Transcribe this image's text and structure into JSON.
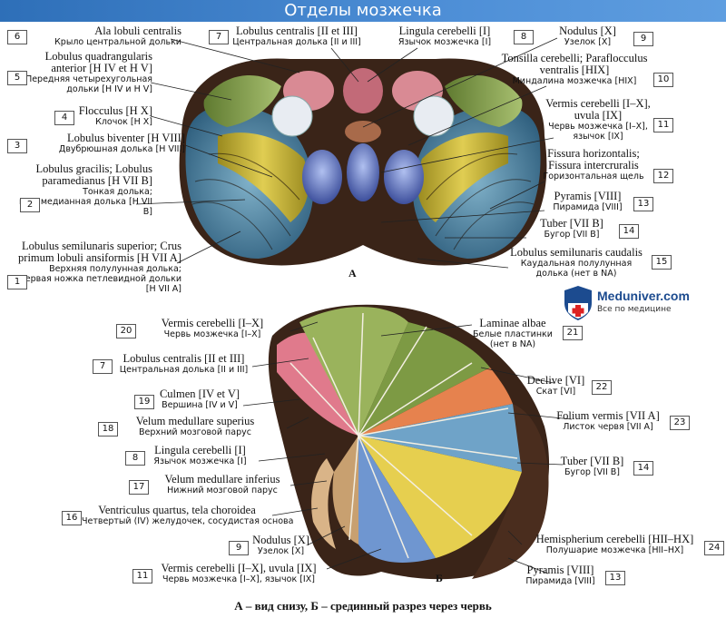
{
  "title": "Отделы мозжечка",
  "figure_a_letter": "А",
  "figure_b_letter": "Б",
  "caption": "А – вид снизу, Б – срединный разрез через червь",
  "brand": {
    "name": "Meduniver.com",
    "tagline": "Все по медицине"
  },
  "labels": [
    {
      "n": "6",
      "lat": "Ala lobuli centralis",
      "ru": "Крыло центральной дольки"
    },
    {
      "n": "5",
      "lat": "Lobulus quadrangularis anterior [H IV et H V]",
      "ru": "Передняя четырехугольная дольки [H IV и H V]"
    },
    {
      "n": "4",
      "lat": "Flocculus [H X]",
      "ru": "Клочок [H X]"
    },
    {
      "n": "3",
      "lat": "Lobulus biventer [H VIII]",
      "ru": "Двубрюшная долька [H VIII]"
    },
    {
      "n": "2",
      "lat": "Lobulus gracilis; Lobulus paramedianus [H VII B]",
      "ru": "Тонкая долька; парамедианная долька [H VII B]"
    },
    {
      "n": "1",
      "lat": "Lobulus semilunaris superior; Crus primum lobuli ansiformis [H VII A]",
      "ru": "Верхняя полулунная долька; первая ножка петлевидной дольки [H VII A]"
    },
    {
      "n": "7",
      "lat": "Lobulus centralis [II et III]",
      "ru": "Центральная долька [II и III]"
    },
    {
      "n": "8",
      "lat": "Lingula cerebelli [I]",
      "ru": "Язычок мозжечка [I]"
    },
    {
      "n": "9",
      "lat": "Nodulus [X]",
      "ru": "Узелок [X]"
    },
    {
      "n": "10",
      "lat": "Tonsilla cerebelli; Paraflocculus ventralis [HIX]",
      "ru": "Миндалина мозжечка [HIX]"
    },
    {
      "n": "11",
      "lat": "Vermis cerebelli [I–X], uvula [IX]",
      "ru": "Червь мозжечка [I–X], язычок [IX]"
    },
    {
      "n": "12",
      "lat": "Fissura horizontalis; Fissura intercruralis",
      "ru": "Горизонтальная щель"
    },
    {
      "n": "13",
      "lat": "Pyramis [VIII]",
      "ru": "Пирамида [VIII]"
    },
    {
      "n": "14",
      "lat": "Tuber [VII B]",
      "ru": "Бугор [VII B]"
    },
    {
      "n": "15",
      "lat": "Lobulus semilunaris caudalis",
      "ru": "Каудальная полулунная долька (нет в NA)"
    },
    {
      "n": "20",
      "lat": "Vermis cerebelli [I–X]",
      "ru": "Червь мозжечка [I–X]"
    },
    {
      "n": "7",
      "lat": "Lobulus centralis [II et III]",
      "ru": "Центральная долька [II и III]"
    },
    {
      "n": "19",
      "lat": "Culmen [IV et V]",
      "ru": "Вершина [IV и V]"
    },
    {
      "n": "18",
      "lat": "Velum medullare superius",
      "ru": "Верхний мозговой парус"
    },
    {
      "n": "8",
      "lat": "Lingula cerebelli [I]",
      "ru": "Язычок мозжечка [I]"
    },
    {
      "n": "17",
      "lat": "Velum medullare inferius",
      "ru": "Нижний мозговой парус"
    },
    {
      "n": "16",
      "lat": "Ventriculus quartus, tela choroidea",
      "ru": "Четвертый (IV) желудочек, сосудистая основа"
    },
    {
      "n": "9",
      "lat": "Nodulus [X]",
      "ru": "Узелок [X]"
    },
    {
      "n": "11",
      "lat": "Vermis cerebelli [I–X], uvula [IX]",
      "ru": "Червь мозжечка [I–X], язычок [IX]"
    },
    {
      "n": "21",
      "lat": "Laminae albae",
      "ru": "Белые пластинки (нет в NA)"
    },
    {
      "n": "22",
      "lat": "Declive [VI]",
      "ru": "Скат [VI]"
    },
    {
      "n": "23",
      "lat": "Folium vermis [VII A]",
      "ru": "Листок червя [VII A]"
    },
    {
      "n": "14",
      "lat": "Tuber [VII B]",
      "ru": "Бугор [VII B]"
    },
    {
      "n": "24",
      "lat": "Hemispherium cerebelli [HII–HX]",
      "ru": "Полушарие мозжечка [HII–HX]"
    },
    {
      "n": "13",
      "lat": "Pyramis [VIII]",
      "ru": "Пирамида [VIII]"
    }
  ],
  "colors": {
    "title_bar": "#3b7cc4",
    "hemisphere_blue": "#4f86a8",
    "yellow": "#c7b43a",
    "green": "#8faa55",
    "pink": "#e07a8c",
    "vermis_purple": "#6f7fc4",
    "brown": "#6b3d2a"
  }
}
